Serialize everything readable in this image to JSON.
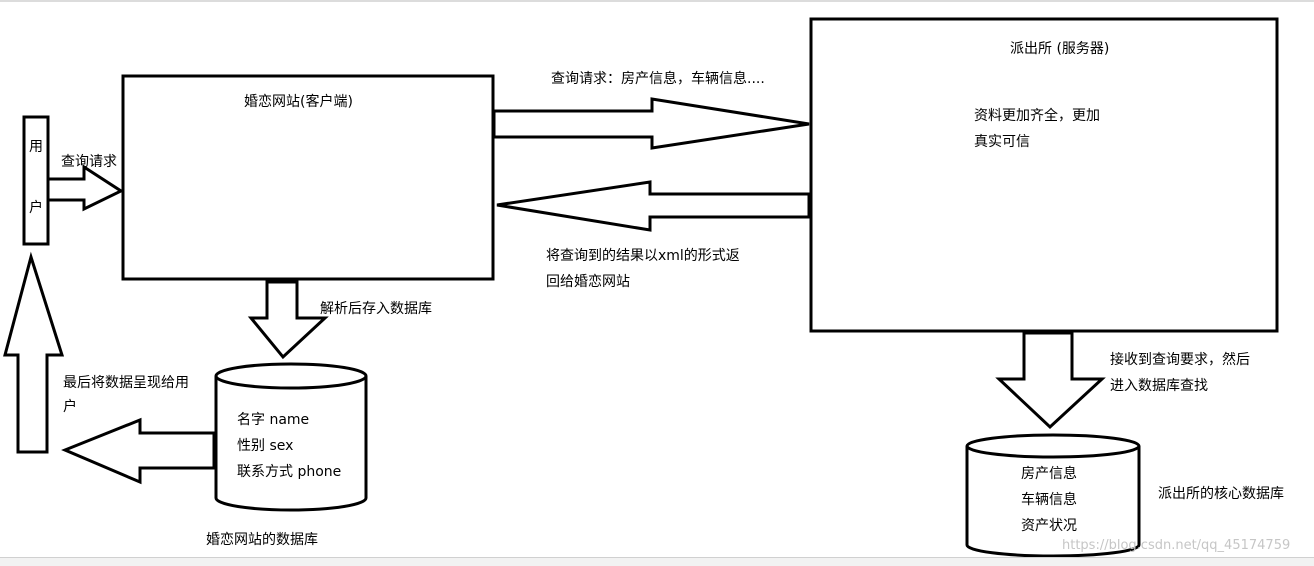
{
  "user": {
    "char1": "用",
    "char2": "户"
  },
  "client": {
    "title": "婚恋网站(客户端)"
  },
  "server": {
    "title": "派出所 (服务器)",
    "desc_line1": "资料更加齐全，更加",
    "desc_line2": "真实可信"
  },
  "arrows": {
    "user_query": "查询请求",
    "to_server": "查询请求：房产信息，车辆信息....",
    "to_client_line1": "将查询到的结果以xml的形式返",
    "to_client_line2": "回给婚恋网站",
    "parse_store": "解析后存入数据库",
    "present_line1": "最后将数据呈现给用",
    "present_line2": "户",
    "server_query_line1": "接收到查询要求，然后",
    "server_query_line2": "进入数据库查找"
  },
  "client_db": {
    "fields": [
      "名字 name",
      "性别  sex",
      "联系方式  phone"
    ],
    "caption": "婚恋网站的数据库"
  },
  "server_db": {
    "fields": [
      "房产信息",
      "车辆信息",
      "资产状况"
    ],
    "caption": "派出所的核心数据库"
  },
  "watermark": "https://blog.csdn.net/qq_45174759"
}
